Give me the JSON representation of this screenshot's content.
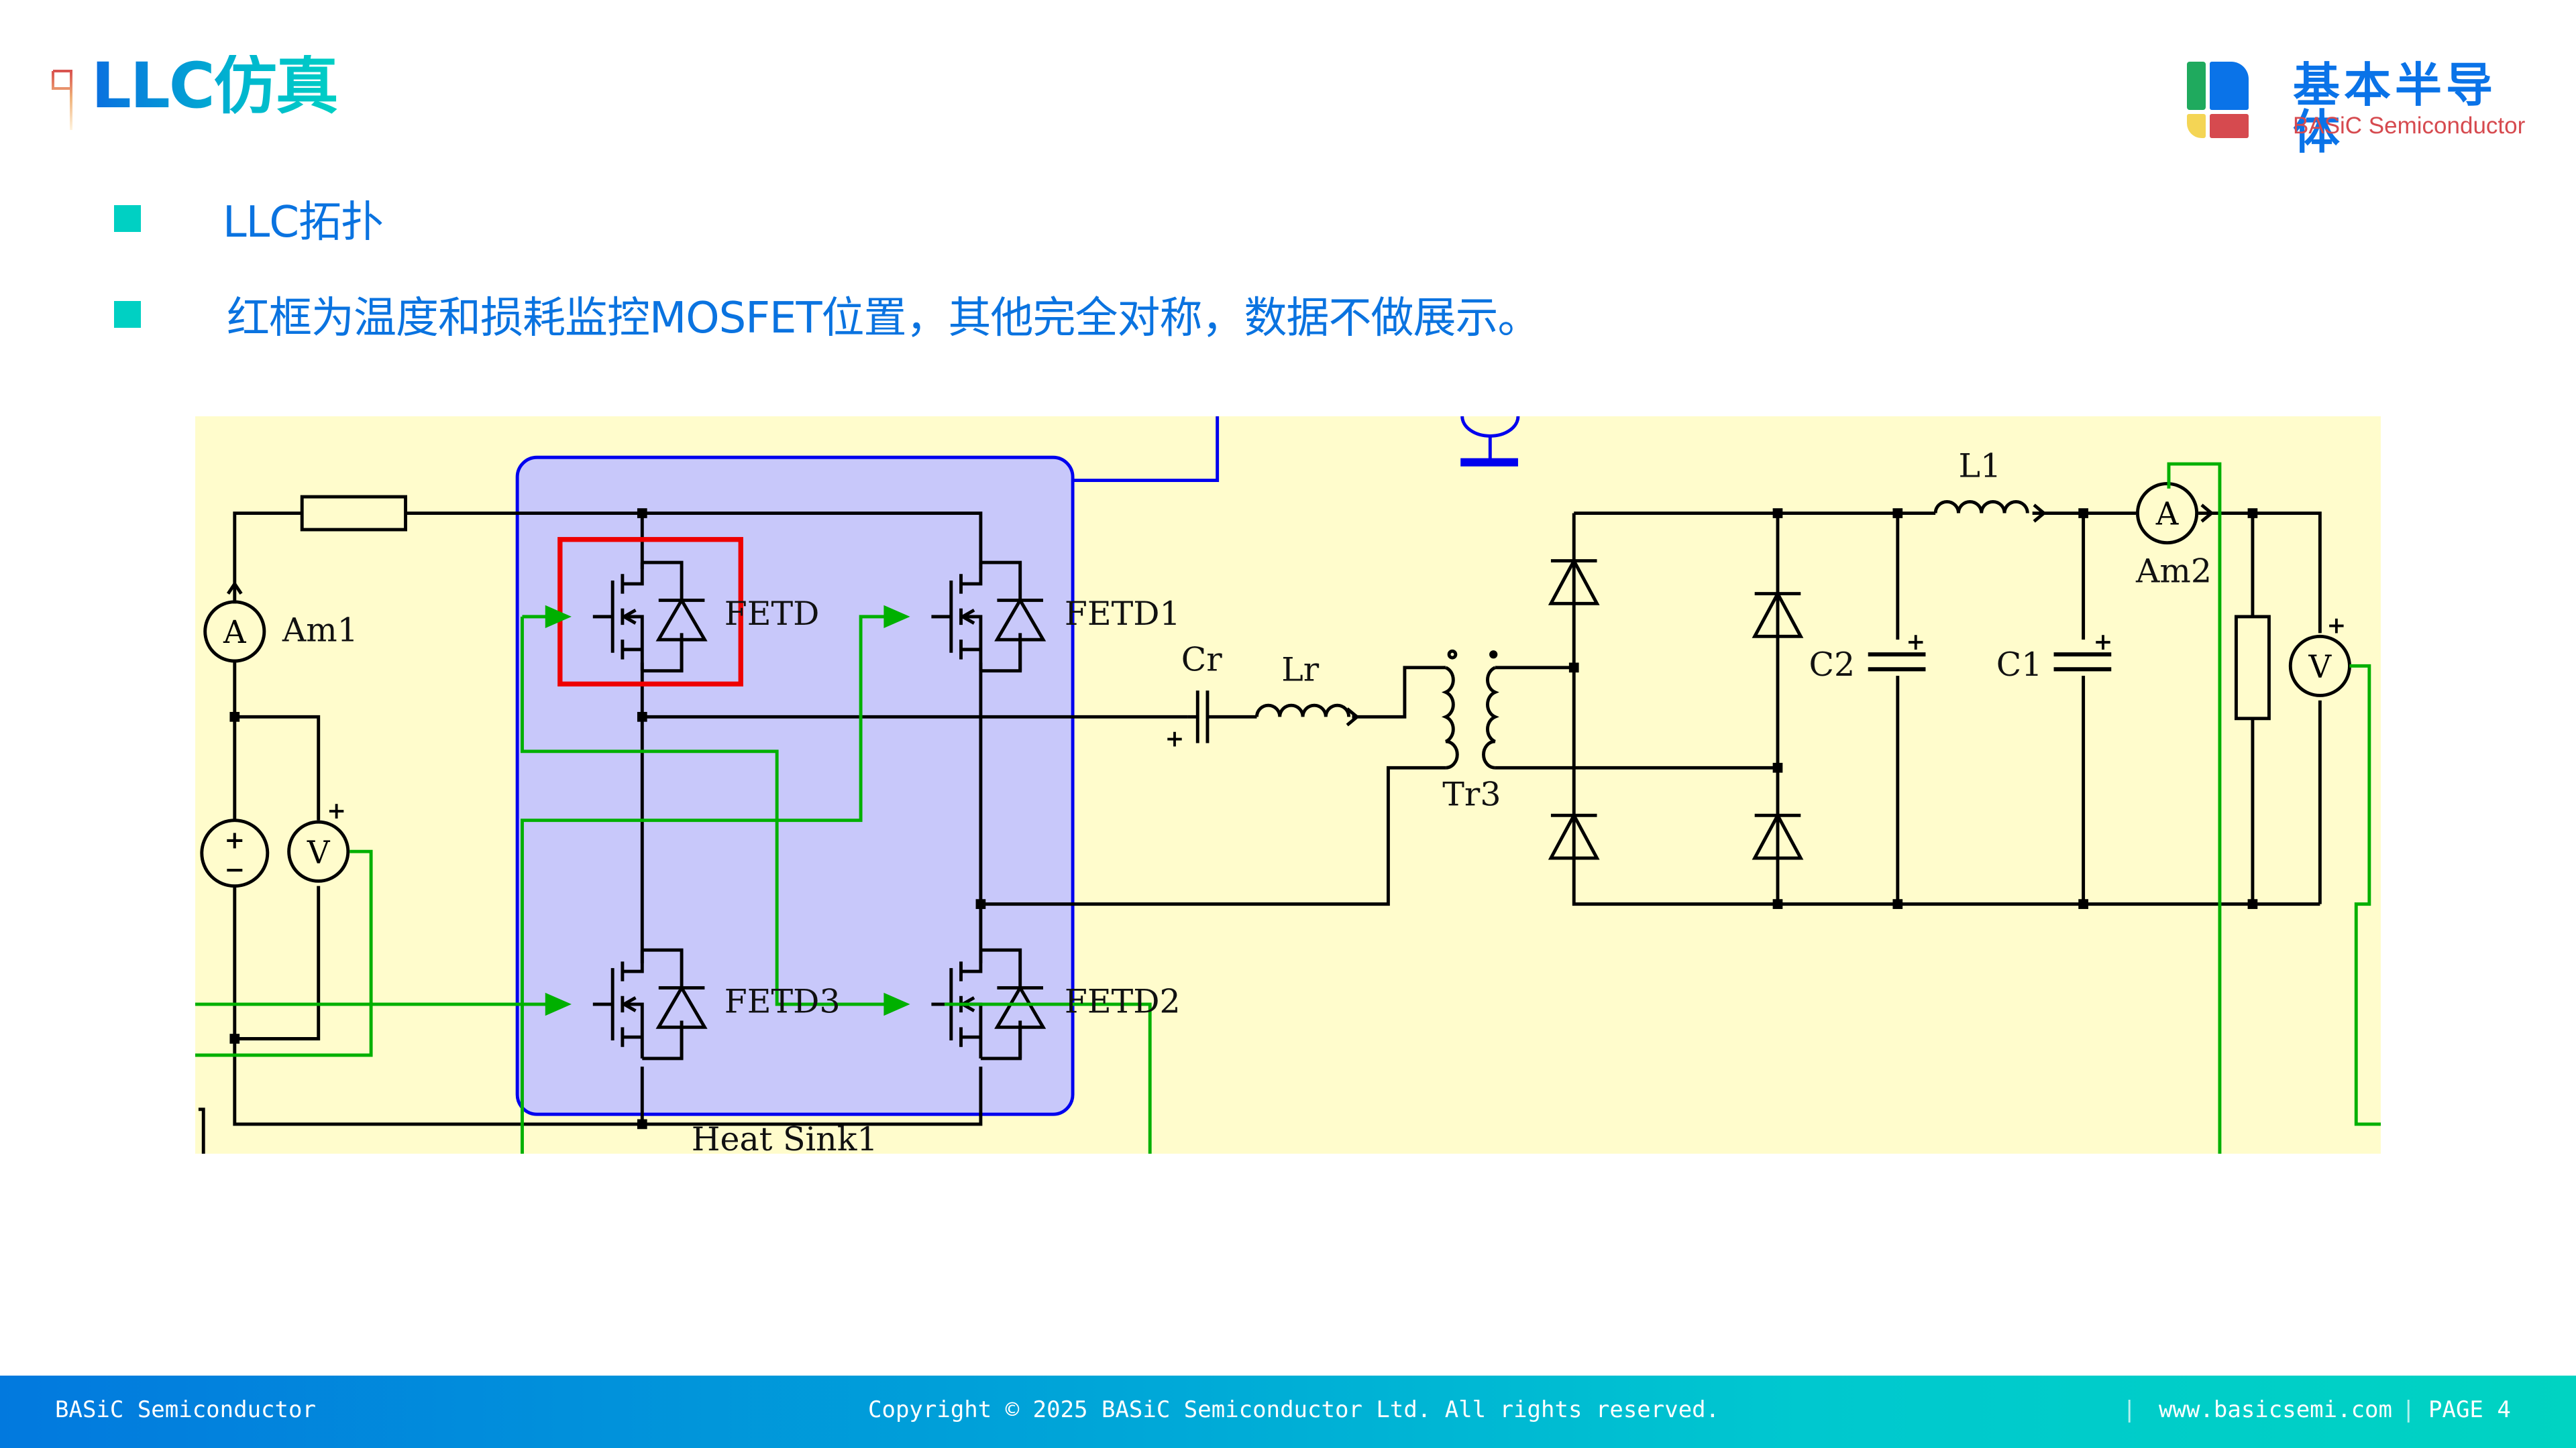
{
  "header": {
    "title": "LLC仿真",
    "logo": {
      "name_cn": "基本半导体",
      "name_en": "BASiC Semiconductor",
      "tile_colors": {
        "green": "#1faa5e",
        "blue": "#0a73e8",
        "yellow": "#f4d555",
        "red": "#d64a4f"
      }
    }
  },
  "bullets": [
    {
      "text": "LLC拓扑"
    },
    {
      "text": "红框为温度和损耗监控MOSFET位置，其他完全对称，数据不做展示。"
    }
  ],
  "schematic": {
    "labels": {
      "am1": "Am1",
      "am2": "Am2",
      "ammeter_symbol": "A",
      "voltmeter_symbol": "V",
      "fetd": "FETD",
      "fetd1": "FETD1",
      "fetd2": "FETD2",
      "fetd3": "FETD3",
      "cr": "Cr",
      "lr": "Lr",
      "tr3": "Tr3",
      "l1": "L1",
      "c1": "C1",
      "c2": "C2",
      "heat_sink": "Heat Sink1",
      "plus": "+",
      "minus": "−"
    },
    "colors": {
      "background": "#fffccc",
      "wire": "#000000",
      "signal": "#00b000",
      "heatsink_fill": "#c8c8fa",
      "heatsink_border": "#0000ee",
      "highlight": "#ee0000"
    },
    "highlighted_device": "FETD"
  },
  "footer": {
    "company": "BASiC Semiconductor",
    "copyright": "Copyright © 2025 BASiC Semiconductor Ltd. All rights reserved.",
    "separator": "|",
    "website": "www.basicsemi.com",
    "page": "PAGE 4"
  }
}
